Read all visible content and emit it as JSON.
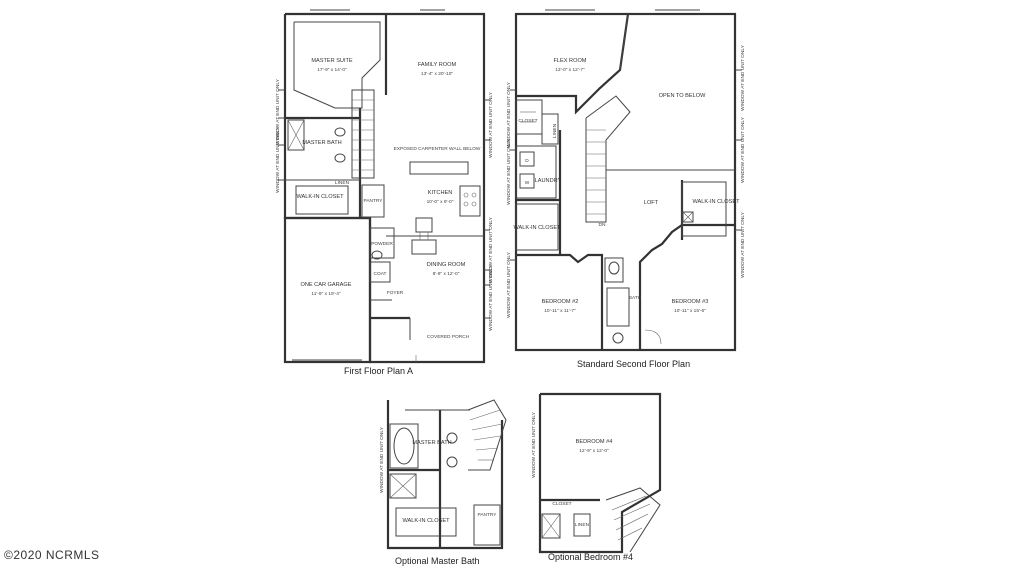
{
  "captions": {
    "first_floor": "First Floor Plan A",
    "second_floor": "Standard Second Floor Plan",
    "opt_master_bath": "Optional Master Bath",
    "opt_bedroom4": "Optional Bedroom #4"
  },
  "copyright": "©2020 NCRMLS",
  "first_floor": {
    "master_suite": "MASTER SUITE",
    "master_suite_dim": "17'-9\" x 14'-0\"",
    "family_room": "FAMILY ROOM",
    "family_room_dim": "13'-4\" x 20'-10\"",
    "master_bath": "MASTER BATH",
    "walkin_closet": "WALK-IN CLOSET",
    "linen": "LINEN",
    "pantry": "PANTRY",
    "kitchen": "KITCHEN",
    "kitchen_dim": "10'-0\" x 9'-0\"",
    "exposed_beam": "EXPOSED CARPENTER WALL BELOW",
    "powder": "POWDER",
    "coat": "COAT",
    "dining_room": "DINING ROOM",
    "dining_dim": "8'-9\" x 12'-0\"",
    "foyer": "FOYER",
    "garage": "ONE CAR GARAGE",
    "garage_dim": "11'-9\" x 19'-4\"",
    "porch": "COVERED PORCH",
    "window_note": "WINDOW AT END UNIT ONLY"
  },
  "second_floor": {
    "flex_room": "FLEX ROOM",
    "flex_dim": "13'-0\" x 12'-7\"",
    "open_below": "OPEN TO BELOW",
    "closet": "CLOSET",
    "linen": "LINEN",
    "laundry": "LAUNDRY",
    "loft": "LOFT",
    "walkin_closet": "WALK-IN CLOSET",
    "bedroom2": "BEDROOM #2",
    "bedroom2_dim": "10'-11\" x 11'-7\"",
    "bath": "BATH",
    "bedroom3": "BEDROOM #3",
    "bedroom3_dim": "10'-11\" x 15'-6\"",
    "dn": "DN",
    "window_note": "WINDOW AT END UNIT ONLY"
  },
  "opt_bath": {
    "master_bath": "MASTER BATH",
    "walkin_closet": "WALK-IN CLOSET",
    "pantry": "PANTRY",
    "window_note": "WINDOW AT END UNIT ONLY"
  },
  "opt_bed": {
    "bedroom4": "BEDROOM #4",
    "bedroom4_dim": "12'-9\" x 12'-0\"",
    "closet": "CLOSET",
    "linen": "LINEN",
    "window_note": "WINDOW AT END UNIT ONLY"
  }
}
